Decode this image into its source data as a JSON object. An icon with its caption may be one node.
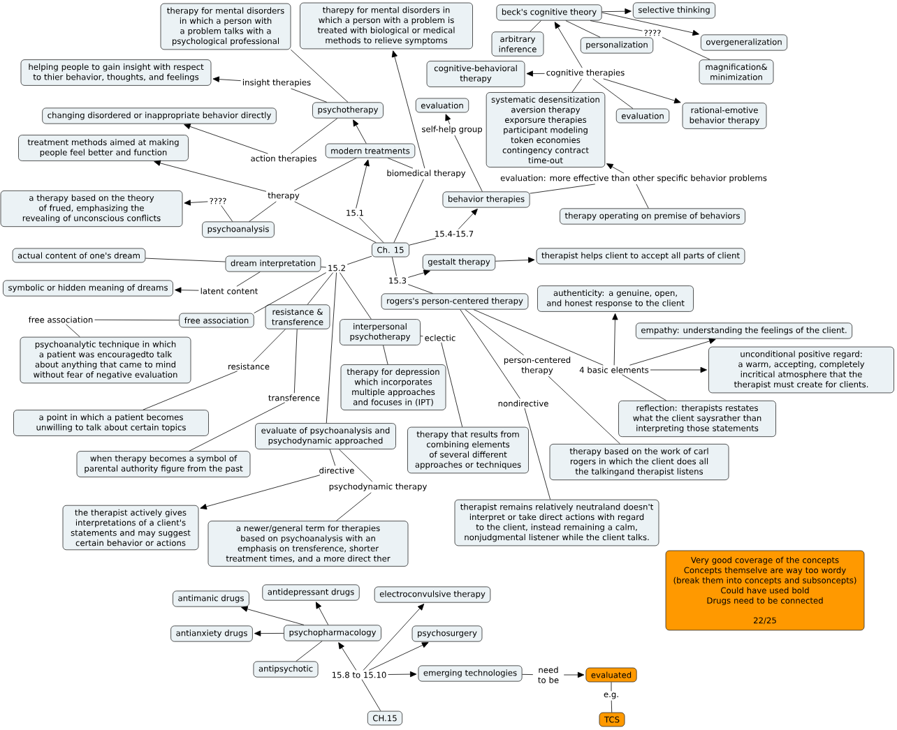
{
  "diagram": {
    "nodes": [
      {
        "text": [
          "therapy for mental disorders in which a person with a problem talks with a psychological professional"
        ]
      },
      {
        "text": [
          "tharepy for mental disorders in which a person with a problem is treated with biological or medical methods to relieve symptoms"
        ]
      },
      {
        "text": [
          "beck's cognitive theory"
        ]
      },
      {
        "text": [
          "selective thinking"
        ]
      },
      {
        "text": [
          "arbitrary inference"
        ]
      },
      {
        "text": [
          "????"
        ]
      },
      {
        "text": [
          "personalization"
        ]
      },
      {
        "text": [
          "overgeneralization"
        ]
      },
      {
        "text": [
          "magnification& minimization"
        ]
      },
      {
        "text": [
          "helping people to gain insight with respect to thier behavior, thoughts, and feelings"
        ]
      },
      {
        "text": [
          "cognitive-behavioral therapy"
        ]
      },
      {
        "text": [
          "cognitive therapies"
        ]
      },
      {
        "text": [
          "insight therapies"
        ]
      },
      {
        "text": [
          "systematic desensitization",
          "aversion therapy",
          "exporsure therapies",
          "participant modeling",
          "token economies",
          "contingency contract",
          "time-out"
        ]
      },
      {
        "text": [
          "evaluation"
        ]
      },
      {
        "text": [
          "psychotherapy"
        ]
      },
      {
        "text": [
          "evaluation"
        ]
      },
      {
        "text": [
          "rational-emotive behavior therapy"
        ]
      },
      {
        "text": [
          "changing disordered or inappropriate behavior directly"
        ]
      },
      {
        "text": [
          "self-help group"
        ]
      },
      {
        "text": [
          "treatment methods aimed at making people feel better and function"
        ]
      },
      {
        "text": [
          "modern treatments"
        ]
      },
      {
        "text": [
          "action therapies"
        ]
      },
      {
        "text": [
          "biomedical therapy"
        ]
      },
      {
        "text": [
          "evaluation: more effective than other specific behavior problems"
        ]
      },
      {
        "text": [
          "therapy"
        ]
      },
      {
        "text": [
          "????"
        ]
      },
      {
        "text": [
          "a therapy based on the theory of frued, emphasizing the revealing of unconscious conflicts"
        ]
      },
      {
        "text": [
          "behavior therapies"
        ]
      },
      {
        "text": [
          "15.1"
        ]
      },
      {
        "text": [
          "therapy operating on premise of behaviors"
        ]
      },
      {
        "text": [
          "psychoanalysis"
        ]
      },
      {
        "text": [
          "15.4-15.7"
        ]
      },
      {
        "text": [
          "Ch. 15"
        ]
      },
      {
        "text": [
          "actual content of one's dream"
        ]
      },
      {
        "text": [
          "therapist helps client to accept all parts of client"
        ]
      },
      {
        "text": [
          "gestalt therapy"
        ]
      },
      {
        "text": [
          "dream interpretation"
        ]
      },
      {
        "text": [
          "15.2"
        ]
      },
      {
        "text": [
          "15.3"
        ]
      },
      {
        "text": [
          "symbolic or hidden meaning of dreams"
        ]
      },
      {
        "text": [
          "latent content"
        ]
      },
      {
        "text": [
          "authenticity: a genuine, open, and honest response to the client"
        ]
      },
      {
        "text": [
          "rogers's person-centered therapy"
        ]
      },
      {
        "text": [
          "resistance & transference"
        ]
      },
      {
        "text": [
          "free association"
        ]
      },
      {
        "text": [
          "free association"
        ]
      },
      {
        "text": [
          "empathy: understanding the feelings of the client."
        ]
      },
      {
        "text": [
          "interpersonal psychotherapy"
        ]
      },
      {
        "text": [
          "eclectic"
        ]
      },
      {
        "text": [
          "psychoanalytic technique in which a patient was encouragedto talk about anything that came to mind without fear of negative evaluation"
        ]
      },
      {
        "text": [
          "person-centered therapy"
        ]
      },
      {
        "text": [
          "resistance"
        ]
      },
      {
        "text": [
          "4 basic elements"
        ]
      },
      {
        "text": [
          "unconditional positive regard: a warm, accepting, completely incritical atmosphere that the therapist must create for clients."
        ]
      },
      {
        "text": [
          "therapy for depression which incorporates multiple approaches and focuses in (IPT)"
        ]
      },
      {
        "text": [
          "transference"
        ]
      },
      {
        "text": [
          "nondirective"
        ]
      },
      {
        "text": [
          "reflection: therapists restates what the client saysrather than interpreting those statements"
        ]
      },
      {
        "text": [
          "a point in which a patient becomes unwilling to talk about certain topics"
        ]
      },
      {
        "text": [
          "evaluate of psychoanalysis and psychodynamic approached"
        ]
      },
      {
        "text": [
          "therapy that results from combining elements of several different approaches or techniques"
        ]
      },
      {
        "text": [
          "therapy based on the work of carl rogers in which the client does all the talkingand therapist listens"
        ]
      },
      {
        "text": [
          "when therapy becomes a symbol of parental authority figure from the past"
        ]
      },
      {
        "text": [
          "directive"
        ]
      },
      {
        "text": [
          "psychodynamic therapy"
        ]
      },
      {
        "text": [
          "therapist remains relatively neutraland doesn't interpret or take direct actions with regard to the client, instead remaining a calm, nonjudgmental listener while the client talks."
        ]
      },
      {
        "text": [
          "the therapist actively gives interpretations of a client's statements and may suggest certain behavior or actions"
        ]
      },
      {
        "text": [
          "a newer/general term for therapies based on psychoanalysis with an emphasis on trensference, shorter treatment times, and a more direct ther"
        ]
      },
      {
        "text": [
          "Very good coverage of the concepts",
          "Concepts themselve are way too wordy",
          "(break them into concepts and subsoncepts)",
          "Could have used bold",
          "Drugs need to be connected",
          "22/25"
        ]
      },
      {
        "text": [
          "antidepressant drugs"
        ]
      },
      {
        "text": [
          "electroconvulsive therapy"
        ]
      },
      {
        "text": [
          "antimanic drugs"
        ]
      },
      {
        "text": [
          "psychopharmacology"
        ]
      },
      {
        "text": [
          "antianxiety drugs"
        ]
      },
      {
        "text": [
          "psychosurgery"
        ]
      },
      {
        "text": [
          "antipsychotic"
        ]
      },
      {
        "text": [
          "emerging technologies"
        ]
      },
      {
        "text": [
          "15.8 to 15.10"
        ]
      },
      {
        "text": [
          "need to be"
        ]
      },
      {
        "text": [
          "evaluated"
        ]
      },
      {
        "text": [
          "e.g."
        ]
      },
      {
        "text": [
          "CH.15"
        ]
      },
      {
        "text": [
          "TCS"
        ]
      }
    ],
    "edges": [
      {
        "from": 33,
        "to": 25,
        "arrow": "none"
      },
      {
        "from": 25,
        "to": 20,
        "arrow": "to"
      },
      {
        "from": 25,
        "to": 21,
        "arrow": "none"
      },
      {
        "from": 25,
        "to": 31,
        "arrow": "none"
      },
      {
        "from": 31,
        "to": 26,
        "arrow": "none"
      },
      {
        "from": 26,
        "to": 27,
        "arrow": "to"
      },
      {
        "from": 33,
        "to": 29,
        "arrow": "none"
      },
      {
        "from": 29,
        "to": 21,
        "arrow": "to"
      },
      {
        "from": 21,
        "to": 15,
        "arrow": "to"
      },
      {
        "from": 21,
        "to": 23,
        "arrow": "none"
      },
      {
        "from": 33,
        "to": 23,
        "arrow": "none"
      },
      {
        "from": 23,
        "to": 1,
        "arrow": "to"
      },
      {
        "from": 15,
        "to": 0,
        "arrow": "none"
      },
      {
        "from": 15,
        "to": 12,
        "arrow": "none"
      },
      {
        "from": 12,
        "to": 9,
        "arrow": "to"
      },
      {
        "from": 15,
        "to": 22,
        "arrow": "none"
      },
      {
        "from": 22,
        "to": 18,
        "arrow": "to"
      },
      {
        "from": 33,
        "to": 32,
        "arrow": "none"
      },
      {
        "from": 32,
        "to": 28,
        "arrow": "to"
      },
      {
        "from": 28,
        "to": 19,
        "arrow": "none"
      },
      {
        "from": 19,
        "to": 14,
        "arrow": "to"
      },
      {
        "from": 28,
        "to": 24,
        "arrow": "none"
      },
      {
        "from": 30,
        "to": 24,
        "arrow": "none"
      },
      {
        "from": 24,
        "to": 13,
        "arrow": "to"
      },
      {
        "from": 11,
        "to": 10,
        "arrow": "to"
      },
      {
        "from": 11,
        "to": 2,
        "arrow": "to"
      },
      {
        "from": 11,
        "to": 13,
        "arrow": "none"
      },
      {
        "from": 11,
        "to": 16,
        "arrow": "none"
      },
      {
        "from": 11,
        "to": 17,
        "arrow": "to"
      },
      {
        "from": 2,
        "to": 3,
        "arrow": "to"
      },
      {
        "from": 2,
        "to": 4,
        "arrow": "none"
      },
      {
        "from": 2,
        "to": 6,
        "arrow": "none"
      },
      {
        "from": 2,
        "to": 7,
        "arrow": "to"
      },
      {
        "from": 2,
        "to": 5,
        "arrow": "none"
      },
      {
        "from": 5,
        "to": 8,
        "arrow": "none"
      },
      {
        "from": 33,
        "to": 38,
        "arrow": "none"
      },
      {
        "from": 37,
        "to": 38,
        "arrow": "none"
      },
      {
        "from": 37,
        "to": 34,
        "arrow": "none"
      },
      {
        "from": 37,
        "to": 41,
        "arrow": "none"
      },
      {
        "from": 41,
        "to": 40,
        "arrow": "to"
      },
      {
        "from": 38,
        "to": 46,
        "arrow": "none"
      },
      {
        "from": 46,
        "to": 45,
        "arrow": "none"
      },
      {
        "from": 45,
        "to": 50,
        "arrow": "none"
      },
      {
        "from": 38,
        "to": 44,
        "arrow": "none"
      },
      {
        "from": 44,
        "to": 52,
        "arrow": "none"
      },
      {
        "from": 52,
        "to": 59,
        "arrow": "none"
      },
      {
        "from": 44,
        "to": 56,
        "arrow": "none"
      },
      {
        "from": 56,
        "to": 63,
        "arrow": "none"
      },
      {
        "from": 38,
        "to": 60,
        "arrow": "none"
      },
      {
        "from": 60,
        "to": 64,
        "arrow": "none"
      },
      {
        "from": 64,
        "to": 67,
        "arrow": "to"
      },
      {
        "from": 60,
        "to": 65,
        "arrow": "none"
      },
      {
        "from": 65,
        "to": 68,
        "arrow": "none"
      },
      {
        "from": 38,
        "to": 48,
        "arrow": "none"
      },
      {
        "from": 48,
        "to": 55,
        "arrow": "none"
      },
      {
        "from": 48,
        "to": 49,
        "arrow": "none"
      },
      {
        "from": 49,
        "to": 61,
        "arrow": "none"
      },
      {
        "from": 33,
        "to": 39,
        "arrow": "none"
      },
      {
        "from": 39,
        "to": 36,
        "arrow": "to"
      },
      {
        "from": 39,
        "to": 43,
        "arrow": "none"
      },
      {
        "from": 36,
        "to": 35,
        "arrow": "to"
      },
      {
        "from": 43,
        "to": 51,
        "arrow": "none"
      },
      {
        "from": 51,
        "to": 62,
        "arrow": "none"
      },
      {
        "from": 43,
        "to": 57,
        "arrow": "none"
      },
      {
        "from": 57,
        "to": 66,
        "arrow": "none"
      },
      {
        "from": 43,
        "to": 53,
        "arrow": "none"
      },
      {
        "from": 53,
        "to": 42,
        "arrow": "to"
      },
      {
        "from": 53,
        "to": 47,
        "arrow": "to"
      },
      {
        "from": 53,
        "to": 54,
        "arrow": "to"
      },
      {
        "from": 53,
        "to": 58,
        "arrow": "none"
      },
      {
        "from": 73,
        "to": 72,
        "arrow": "to"
      },
      {
        "from": 73,
        "to": 70,
        "arrow": "to"
      },
      {
        "from": 73,
        "to": 74,
        "arrow": "to"
      },
      {
        "from": 73,
        "to": 76,
        "arrow": "none"
      },
      {
        "from": 78,
        "to": 73,
        "arrow": "to"
      },
      {
        "from": 78,
        "to": 71,
        "arrow": "to"
      },
      {
        "from": 78,
        "to": 75,
        "arrow": "to"
      },
      {
        "from": 78,
        "to": 77,
        "arrow": "to"
      },
      {
        "from": 82,
        "to": 78,
        "arrow": "none"
      },
      {
        "from": 77,
        "to": 79,
        "arrow": "none"
      },
      {
        "from": 79,
        "to": 80,
        "arrow": "to"
      },
      {
        "from": 80,
        "to": 81,
        "arrow": "none"
      },
      {
        "from": 81,
        "to": 83,
        "arrow": "none"
      }
    ]
  }
}
